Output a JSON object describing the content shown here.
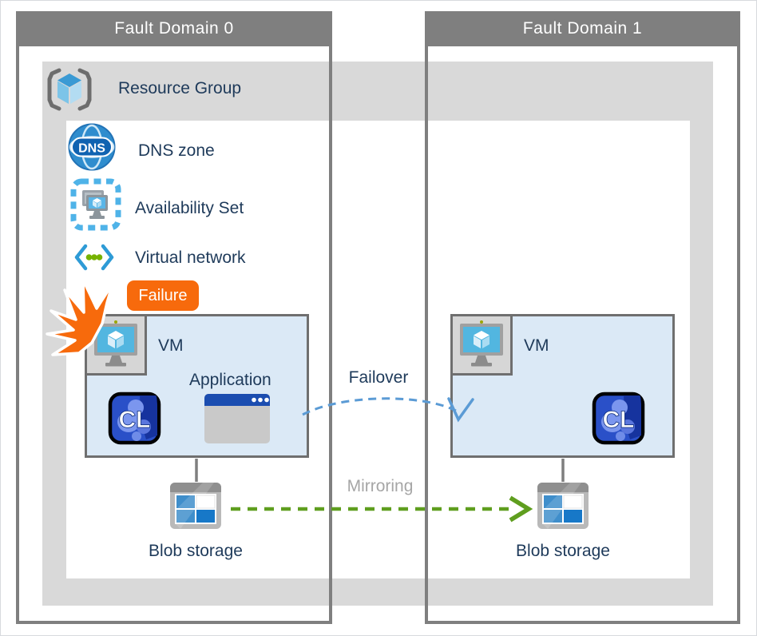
{
  "fault_domains": [
    {
      "title": "Fault Domain 0"
    },
    {
      "title": "Fault Domain 1"
    }
  ],
  "resource_group": {
    "label": "Resource Group"
  },
  "services": [
    {
      "label": "DNS zone",
      "icon": "dns-globe-icon",
      "icon_text": "DNS"
    },
    {
      "label": "Availability Set",
      "icon": "availability-set-icon"
    },
    {
      "label": "Virtual network",
      "icon": "virtual-network-icon"
    }
  ],
  "failure": {
    "label": "Failure",
    "color": "#F76A0C"
  },
  "vm_groups": [
    {
      "vm_label": "VM",
      "application_label": "Application",
      "cluster_badge": "CL",
      "blob_label": "Blob storage"
    },
    {
      "vm_label": "VM",
      "cluster_badge": "CL",
      "blob_label": "Blob storage"
    }
  ],
  "connections": [
    {
      "label": "Failover",
      "color": "#5B9BD5",
      "style": "dashed-arc"
    },
    {
      "label": "Mirroring",
      "color": "#5F9E1F",
      "style": "dashed-line"
    }
  ],
  "colors": {
    "fault_domain_frame": "#7F7F7F",
    "resource_group_band": "#D9D9D9",
    "vm_box_fill": "#DBE9F6",
    "label_text": "#1E3A5A",
    "mirroring_text": "#A6A6A6",
    "failure_orange": "#F76A0C",
    "failover_blue": "#5B9BD5",
    "mirroring_green": "#5F9E1F"
  }
}
